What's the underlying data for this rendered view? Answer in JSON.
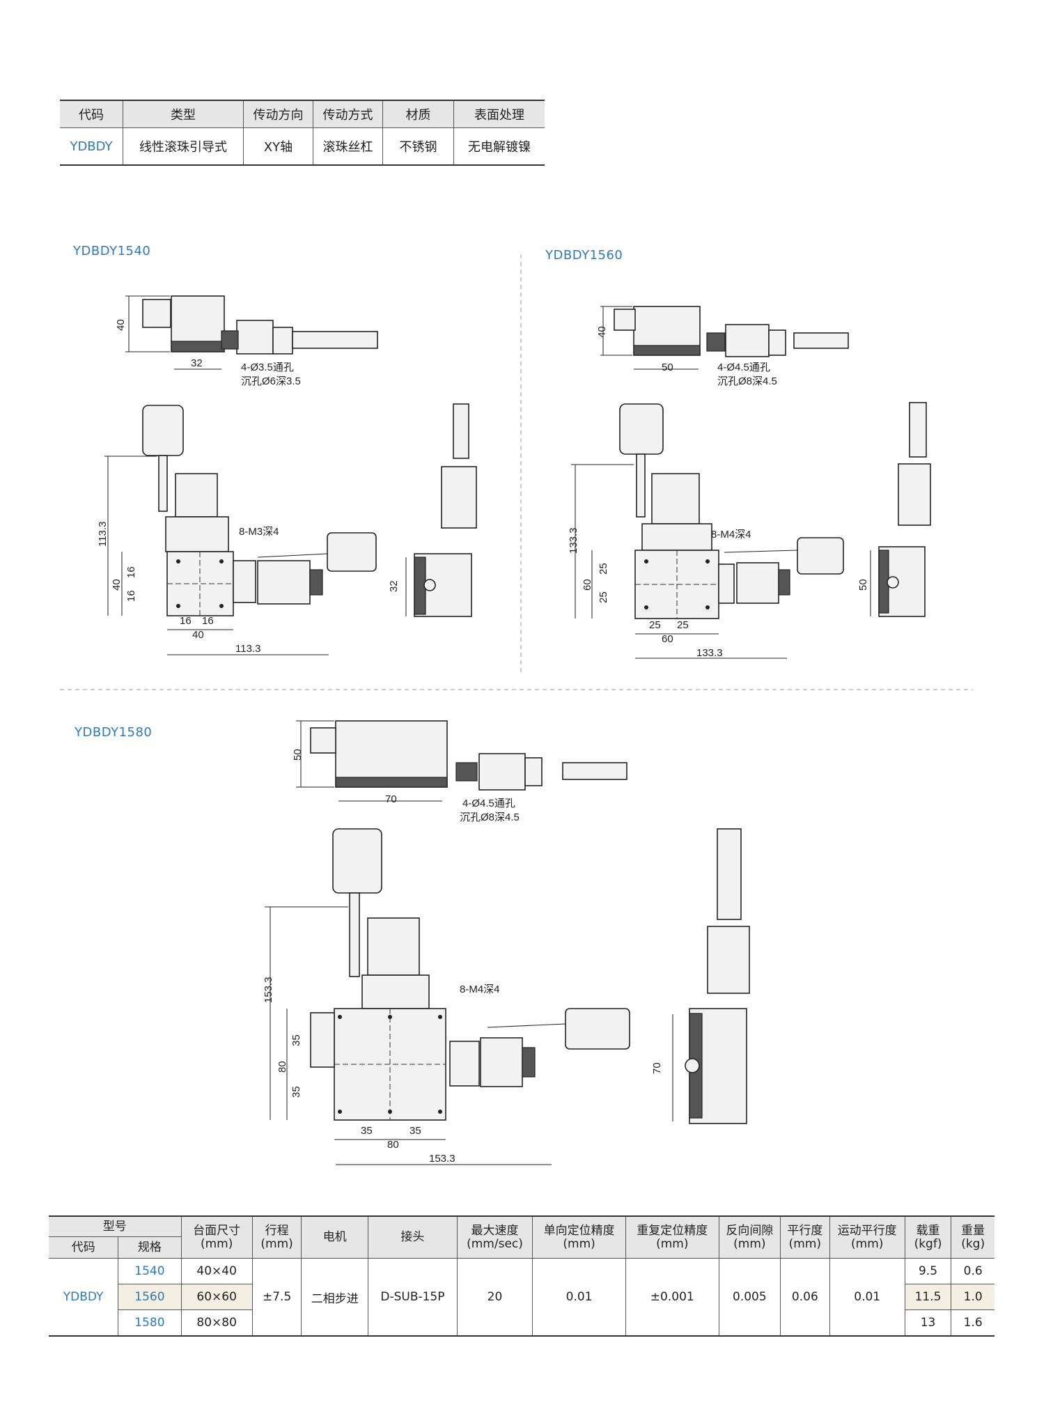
{
  "top_table": {
    "headers": [
      "代码",
      "类型",
      "传动方向",
      "传动方式",
      "材质",
      "表面处理"
    ],
    "row": [
      "YDBDY",
      "线性滚珠引导式",
      "XY轴",
      "滚珠丝杠",
      "不锈钢",
      "无电解镀镍"
    ]
  },
  "drawings": [
    {
      "model": "YDBDY1540",
      "side_height": "40",
      "side_width": "32",
      "hole_note_1": "4-Ø3.5通孔",
      "hole_note_2": "沉孔Ø6深3.5",
      "tap_note": "8-M3深4",
      "overall_height": "113.3",
      "table_height": "40",
      "half_a": "16",
      "half_b": "16",
      "bottom_a": "16",
      "bottom_b": "16",
      "bottom_total": "40",
      "overall_width": "113.3",
      "right_height": "32"
    },
    {
      "model": "YDBDY1560",
      "side_height": "40",
      "side_width": "50",
      "hole_note_1": "4-Ø4.5通孔",
      "hole_note_2": "沉孔Ø8深4.5",
      "tap_note": "8-M4深4",
      "overall_height": "133.3",
      "table_height": "60",
      "half_a": "25",
      "half_b": "25",
      "bottom_a": "25",
      "bottom_b": "25",
      "bottom_total": "60",
      "overall_width": "133.3",
      "right_height": "50"
    },
    {
      "model": "YDBDY1580",
      "side_height": "50",
      "side_width": "70",
      "hole_note_1": "4-Ø4.5通孔",
      "hole_note_2": "沉孔Ø8深4.5",
      "tap_note": "8-M4深4",
      "overall_height": "153.3",
      "table_height": "80",
      "half_a": "35",
      "half_b": "35",
      "bottom_a": "35",
      "bottom_b": "35",
      "bottom_total": "80",
      "overall_width": "153.3",
      "right_height": "70"
    }
  ],
  "spec_table": {
    "group_header": "型号",
    "sub_headers": [
      "代码",
      "规格"
    ],
    "headers": [
      "台面尺寸\n(mm)",
      "行程\n(mm)",
      "电机",
      "接头",
      "最大速度\n(mm/sec)",
      "单向定位精度\n(mm)",
      "重复定位精度\n(mm)",
      "反向间隙\n(mm)",
      "平行度\n(mm)",
      "运动平行度\n(mm)",
      "载重\n(kgf)",
      "重量\n(kg)"
    ],
    "code": "YDBDY",
    "specs": [
      "1540",
      "1560",
      "1580"
    ],
    "table_sizes": [
      "40×40",
      "60×60",
      "80×80"
    ],
    "stroke": "±7.5",
    "motor": "二相步进",
    "connector": "D-SUB-15P",
    "max_speed": "20",
    "one_way": "0.01",
    "repeat": "±0.001",
    "backlash": "0.005",
    "parallelism": "0.06",
    "motion_parallelism": "0.01",
    "loads": [
      "9.5",
      "11.5",
      "13"
    ],
    "weights": [
      "0.6",
      "1.0",
      "1.6"
    ]
  },
  "colors": {
    "accent": "#2e79b8",
    "header_bg": "#e6e6e6",
    "highlight_row": "#f3efe2"
  }
}
